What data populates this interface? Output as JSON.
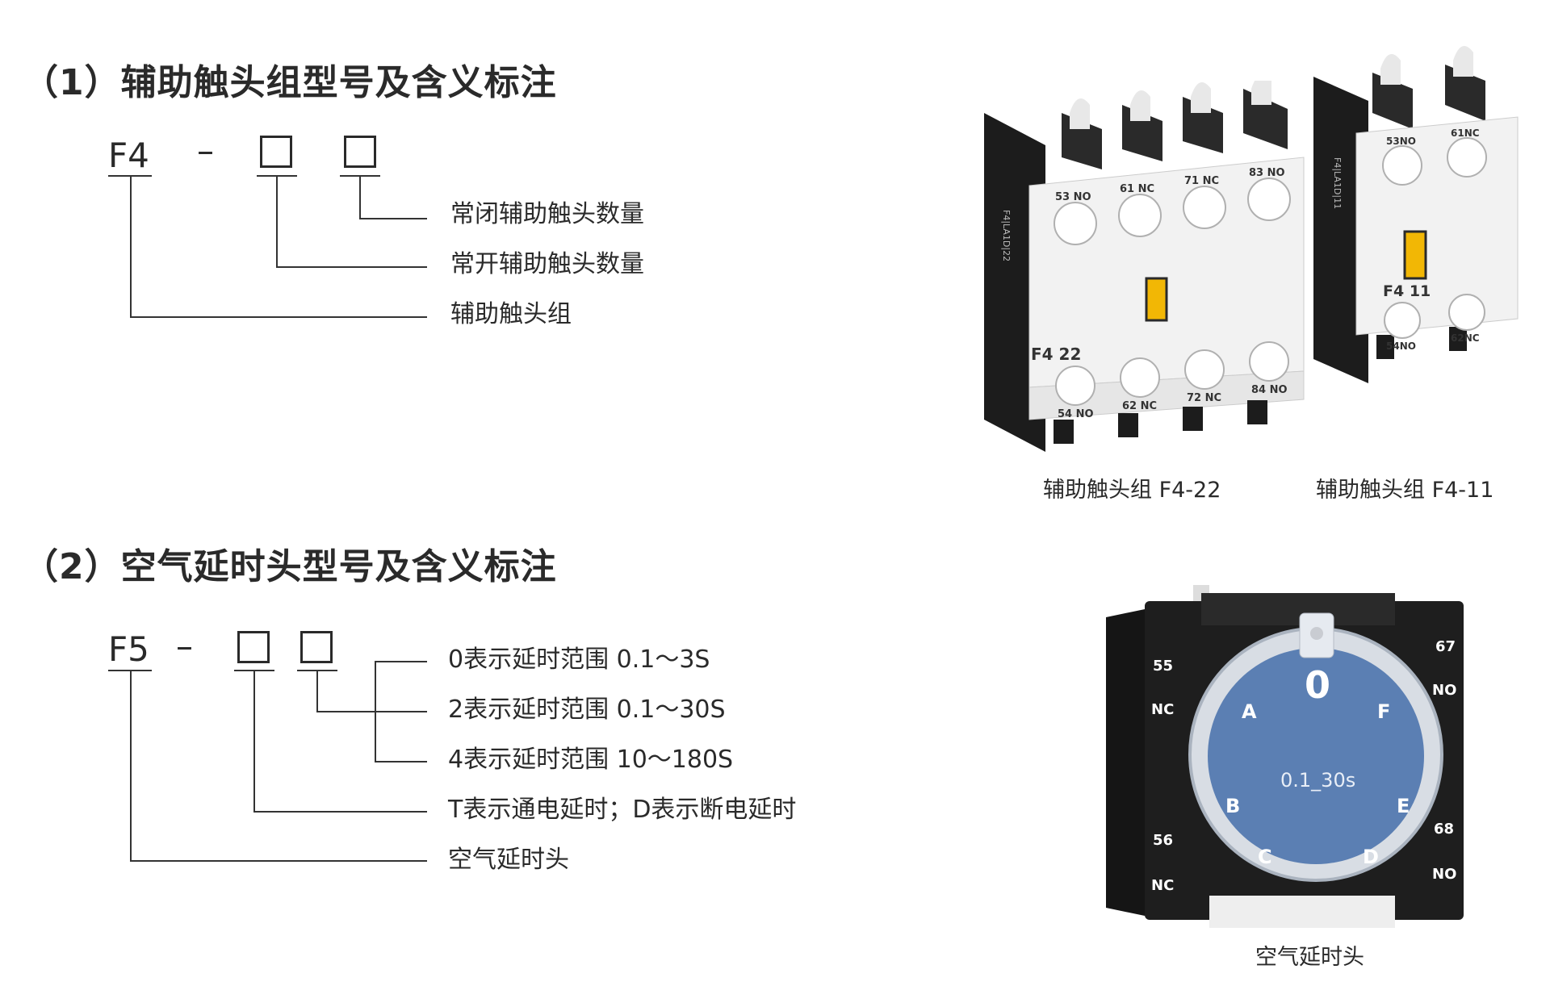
{
  "section1": {
    "heading": "（1）辅助触头组型号及含义标注",
    "model_prefix": "F4",
    "dash": "–",
    "descriptions": [
      "常闭辅助触头数量",
      "常开辅助触头数量",
      "辅助触头组"
    ],
    "captions": [
      "辅助触头组 F4-22",
      "辅助触头组 F4-11"
    ],
    "product_a": {
      "model": "F4 22",
      "top_terminals": [
        "53 NO",
        "61 NC",
        "71 NC",
        "83 NO"
      ],
      "bottom_terminals": [
        "54 NO",
        "62 NC",
        "72 NC",
        "84 NO"
      ],
      "side_text": "F4|LA1D|22"
    },
    "product_b": {
      "model": "F4 11",
      "top_terminals": [
        "53NO",
        "61NC"
      ],
      "bottom_terminals": [
        "54NO",
        "62NC"
      ],
      "side_text": "F4|LA1D|11"
    }
  },
  "section2": {
    "heading": "（2）空气延时头型号及含义标注",
    "model_prefix": "F5",
    "dash": "–",
    "descriptions": [
      "0表示延时范围 0.1～3S",
      "2表示延时范围 0.1～30S",
      "4表示延时范围 10～180S",
      "T表示通电延时；D表示断电延时",
      "空气延时头"
    ],
    "caption": "空气延时头",
    "timer": {
      "range": "0.1_30s",
      "dial_marks": [
        "0",
        "A",
        "F",
        "B",
        "E",
        "C",
        "D"
      ],
      "terminals": [
        "55",
        "NC",
        "67",
        "NO",
        "56",
        "NC",
        "68",
        "NO"
      ]
    }
  },
  "colors": {
    "text": "#2a2a2a",
    "line": "#333333",
    "dial": "#5b7fb3",
    "latch": "#f2b705"
  }
}
